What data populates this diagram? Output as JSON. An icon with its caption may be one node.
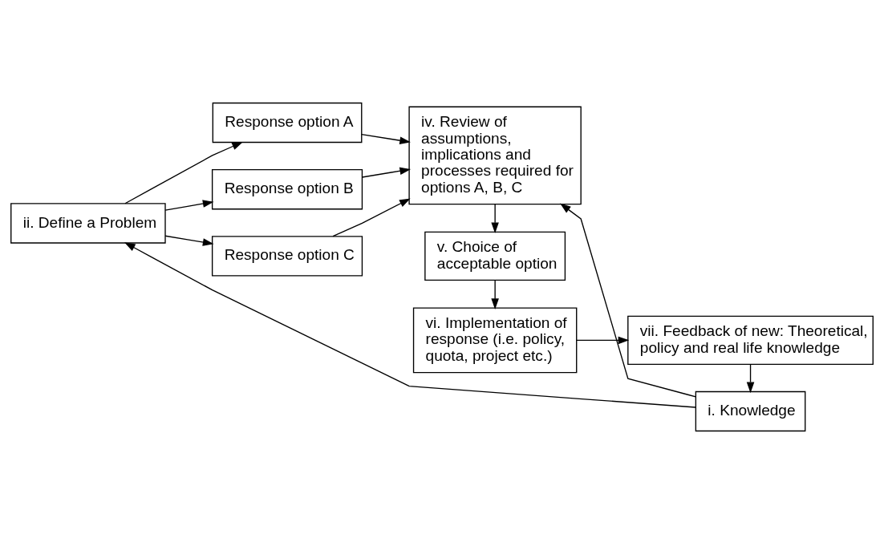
{
  "diagram": {
    "nodes": [
      {
        "text": [
          "ii. Define a Problem"
        ]
      },
      {
        "text": [
          "Response option A"
        ]
      },
      {
        "text": [
          "Response option B"
        ]
      },
      {
        "text": [
          "Response option C"
        ]
      },
      {
        "text": [
          "iv. Review of assumptions, implications and processes required for options A, B, C"
        ]
      },
      {
        "text": [
          "i. Knowledge"
        ]
      },
      {
        "text": [
          "v. Choice of acceptable option"
        ]
      },
      {
        "text": [
          "vii. Feedback of new: Theoretical, policy and real life knowledge"
        ]
      },
      {
        "text": [
          "vi. Implementation of response (i.e. policy, quota, project etc.)"
        ]
      }
    ],
    "edges": [
      {
        "from": 0,
        "to": 1,
        "arrow": "to"
      },
      {
        "from": 0,
        "to": 2,
        "arrow": "to"
      },
      {
        "from": 0,
        "to": 3,
        "arrow": "to"
      },
      {
        "from": 1,
        "to": 4,
        "arrow": "to"
      },
      {
        "from": 2,
        "to": 4,
        "arrow": "to"
      },
      {
        "from": 3,
        "to": 4,
        "arrow": "to"
      },
      {
        "from": 5,
        "to": 0,
        "arrow": "to"
      },
      {
        "from": 5,
        "to": 4,
        "arrow": "to"
      },
      {
        "from": 4,
        "to": 6,
        "arrow": "to"
      },
      {
        "from": 6,
        "to": 8,
        "arrow": "to"
      },
      {
        "from": 8,
        "to": 7,
        "arrow": "to"
      },
      {
        "from": 7,
        "to": 5,
        "arrow": "to"
      }
    ]
  }
}
